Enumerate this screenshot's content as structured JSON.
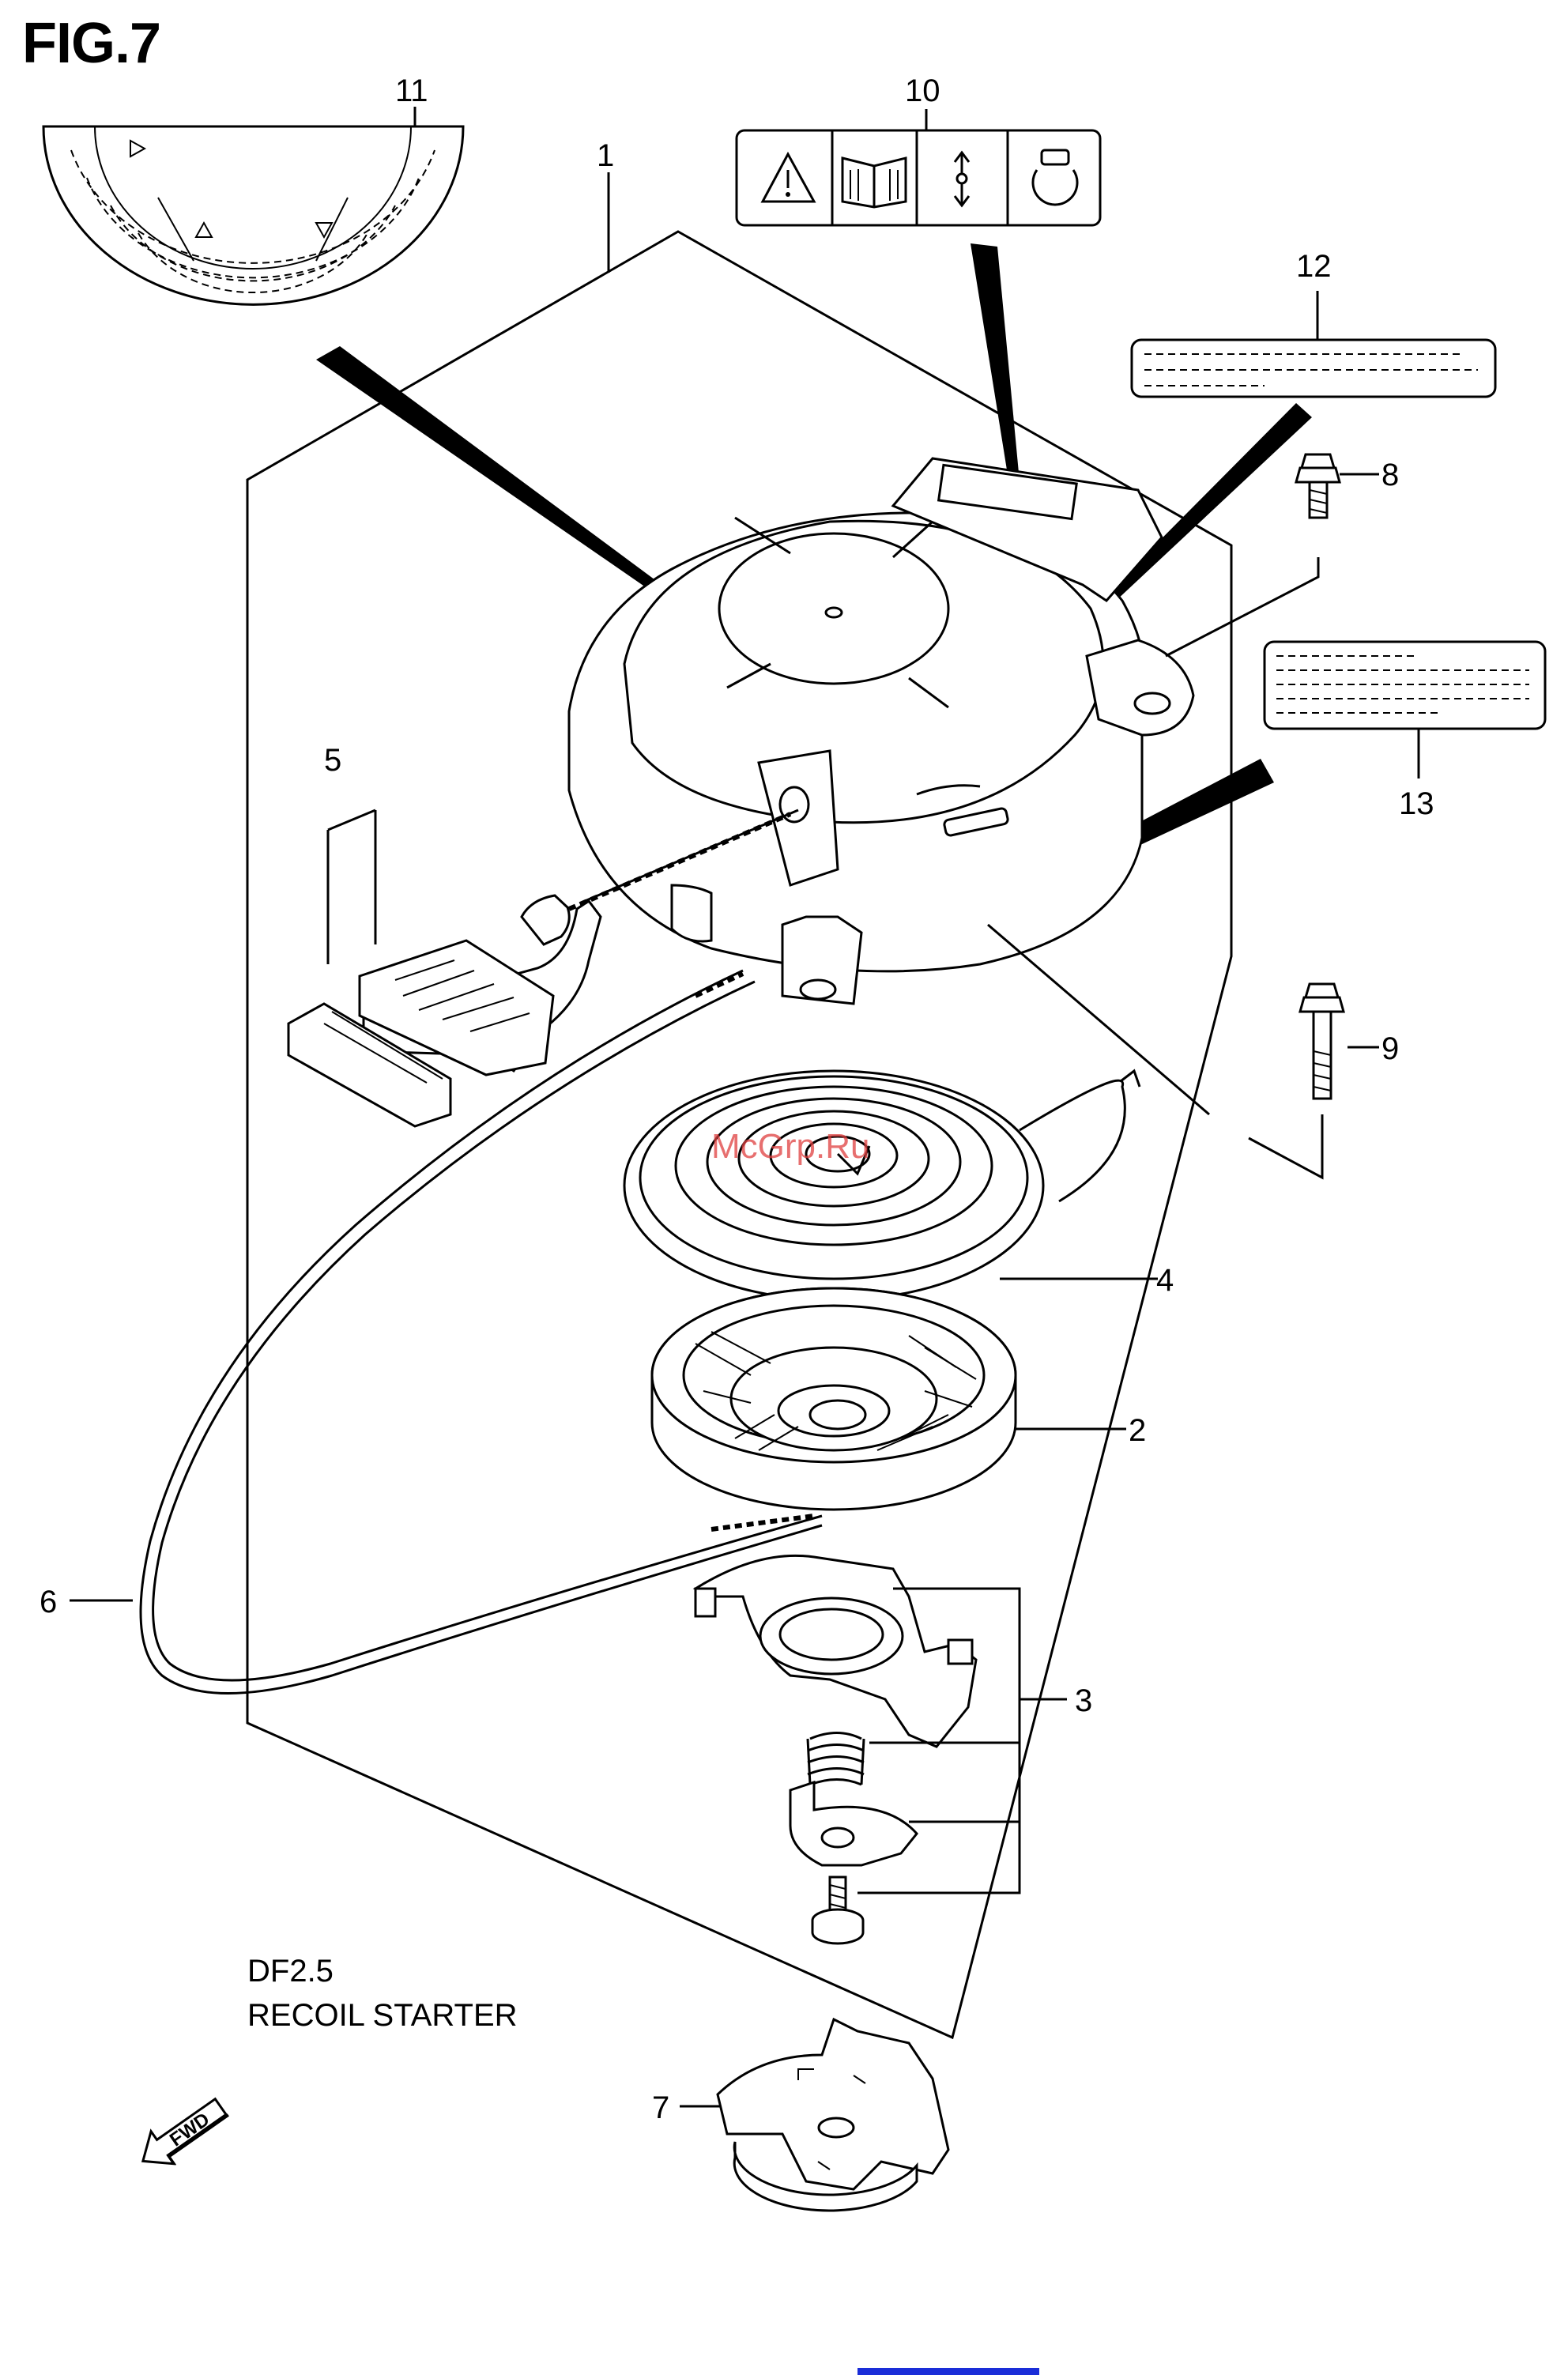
{
  "figure": {
    "title": "FIG.7",
    "model": "DF2.5",
    "name": "RECOIL STARTER",
    "fwd_label": "FWD",
    "watermark": "McGrp.Ru"
  },
  "callouts": [
    {
      "id": "c1",
      "label": "1"
    },
    {
      "id": "c2",
      "label": "2"
    },
    {
      "id": "c3",
      "label": "3"
    },
    {
      "id": "c4",
      "label": "4"
    },
    {
      "id": "c5",
      "label": "5"
    },
    {
      "id": "c6",
      "label": "6"
    },
    {
      "id": "c7",
      "label": "7"
    },
    {
      "id": "c8",
      "label": "8"
    },
    {
      "id": "c9",
      "label": "9"
    },
    {
      "id": "c10",
      "label": "10"
    },
    {
      "id": "c11",
      "label": "11"
    },
    {
      "id": "c12",
      "label": "12"
    },
    {
      "id": "c13",
      "label": "13"
    }
  ],
  "icons": {
    "warning": "warning-triangle-icon",
    "manual": "open-book-icon",
    "pull": "pull-direction-icon",
    "rotate": "rotation-icon"
  },
  "colors": {
    "line": "#000000",
    "watermark": "#e04040",
    "footer_bar": "#1a2dd8"
  }
}
